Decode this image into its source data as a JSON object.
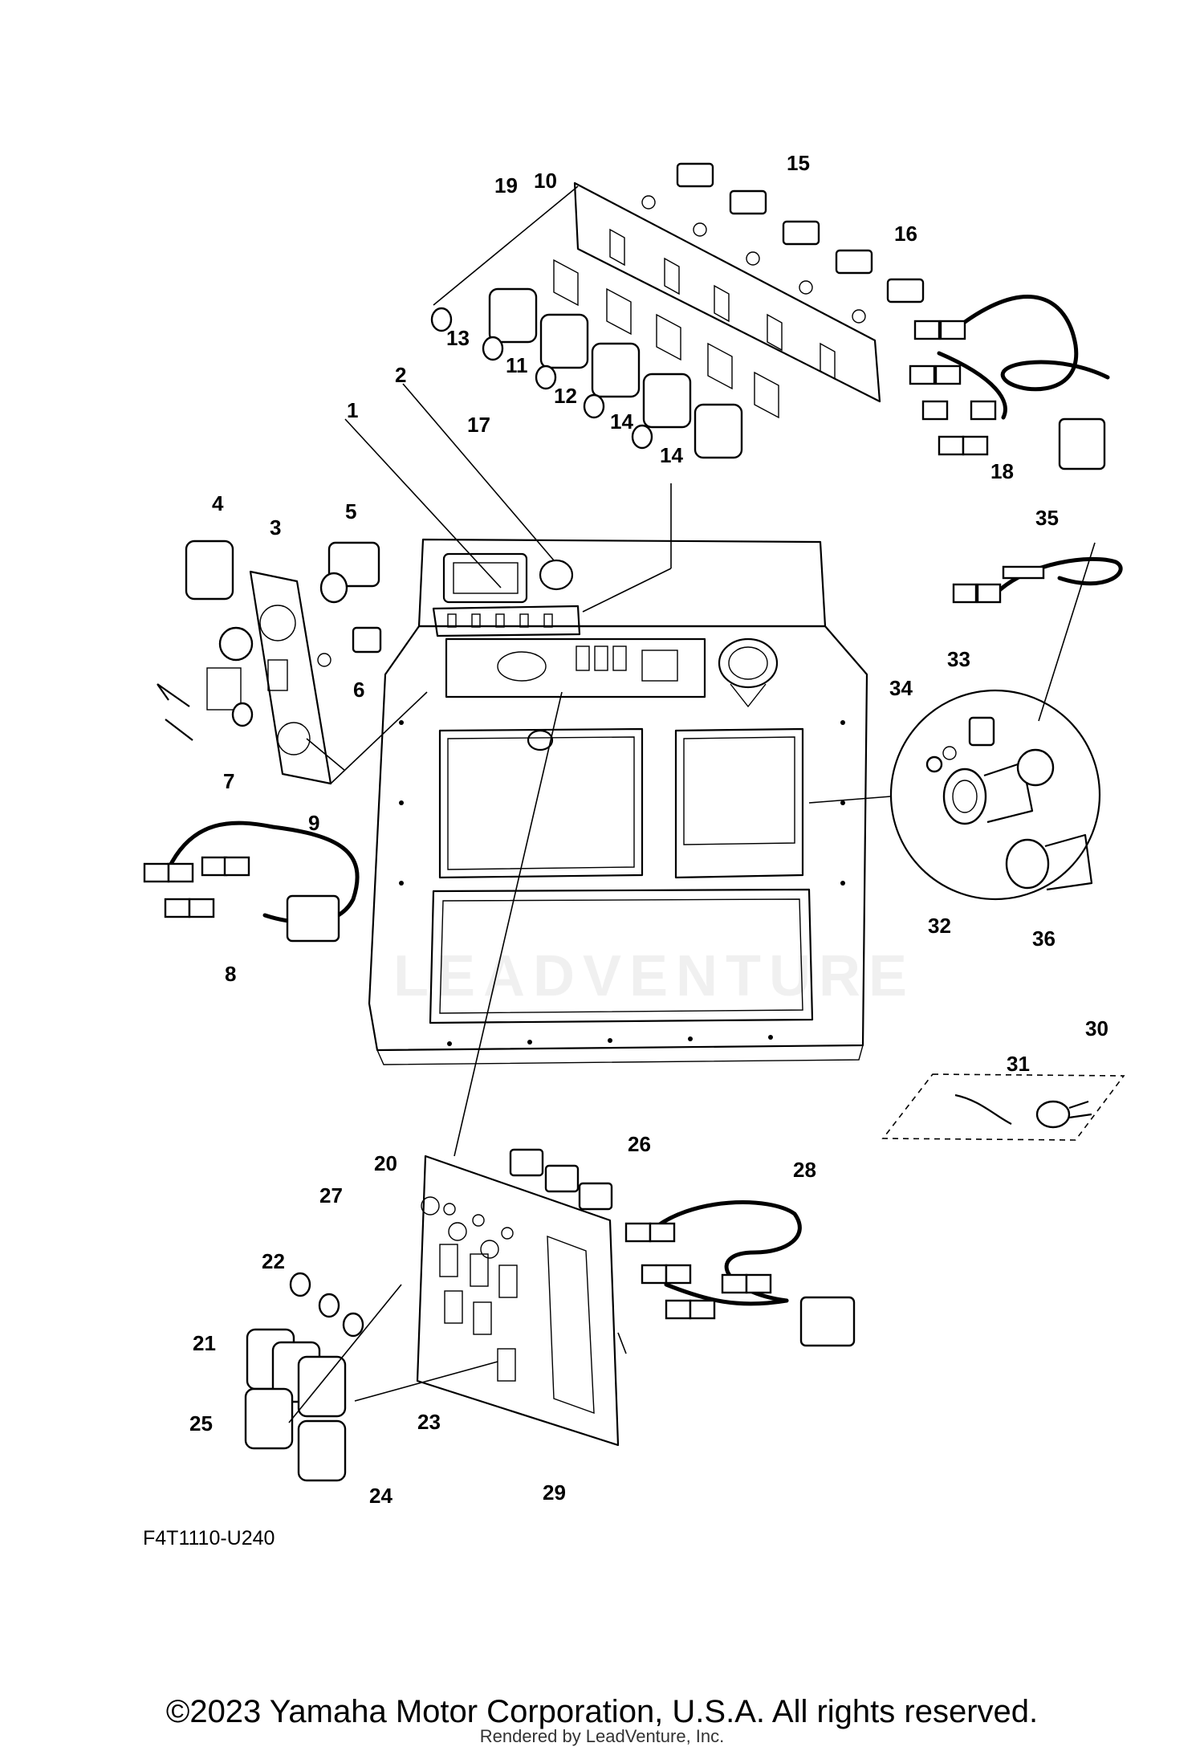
{
  "diagram": {
    "drawing_code": "F4T1110-U240",
    "watermark": "LEADVENTURE",
    "copyright": "©2023 Yamaha Motor Corporation, U.S.A. All rights reserved.",
    "rendered_by": "Rendered by LeadVenture, Inc.",
    "callouts": [
      "1",
      "2",
      "3",
      "4",
      "5",
      "6",
      "7",
      "8",
      "9",
      "10",
      "11",
      "12",
      "13",
      "14",
      "14",
      "15",
      "16",
      "17",
      "18",
      "19",
      "20",
      "21",
      "22",
      "23",
      "24",
      "25",
      "26",
      "27",
      "28",
      "29",
      "30",
      "31",
      "32",
      "33",
      "34",
      "35",
      "36"
    ]
  }
}
